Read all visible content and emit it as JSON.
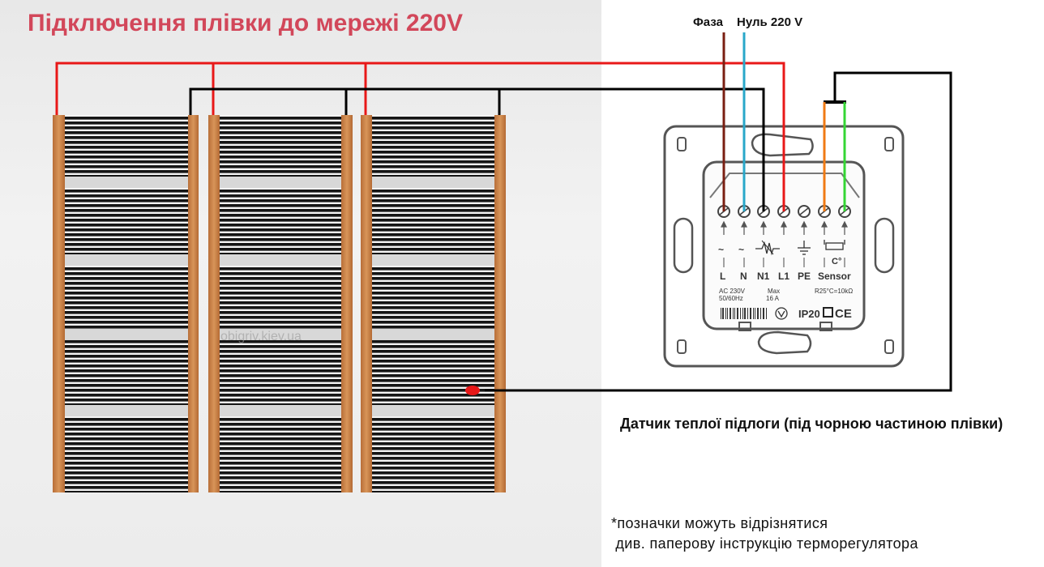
{
  "title": "Підключення плівки до мережі 220V",
  "wires": {
    "phase_label": "Фаза",
    "neutral_label": "Нуль 220 V",
    "colors": {
      "phase": "#7a1f12",
      "neutral": "#29a7c9",
      "power": "#e81818",
      "black": "#000000",
      "sensor_orange": "#f07a14",
      "sensor_green": "#34d634"
    }
  },
  "thermostat": {
    "terminals": [
      "L",
      "N",
      "N1",
      "L1",
      "PE",
      "Sensor"
    ],
    "symbols": [
      "~",
      "~",
      "resistor-icon",
      "",
      "ground-icon",
      "sensor-icon"
    ],
    "rating_left": [
      "AC 230V",
      "50/60Hz"
    ],
    "rating_mid": [
      "Max",
      "16 A"
    ],
    "sensor_rating": "R25°C=10kΩ",
    "ip_marking": "IP20",
    "ce_marking": "CE",
    "degree_label": "C°"
  },
  "film": {
    "panel_count": 3,
    "watermark": "obigriv.kiev.ua"
  },
  "caption": "Датчик теплої підлоги (під чорною частиною плівки)",
  "note": {
    "line1": "*позначки можуть відрізнятися",
    "line2": " див. паперову інструкцію терморегулятора"
  }
}
